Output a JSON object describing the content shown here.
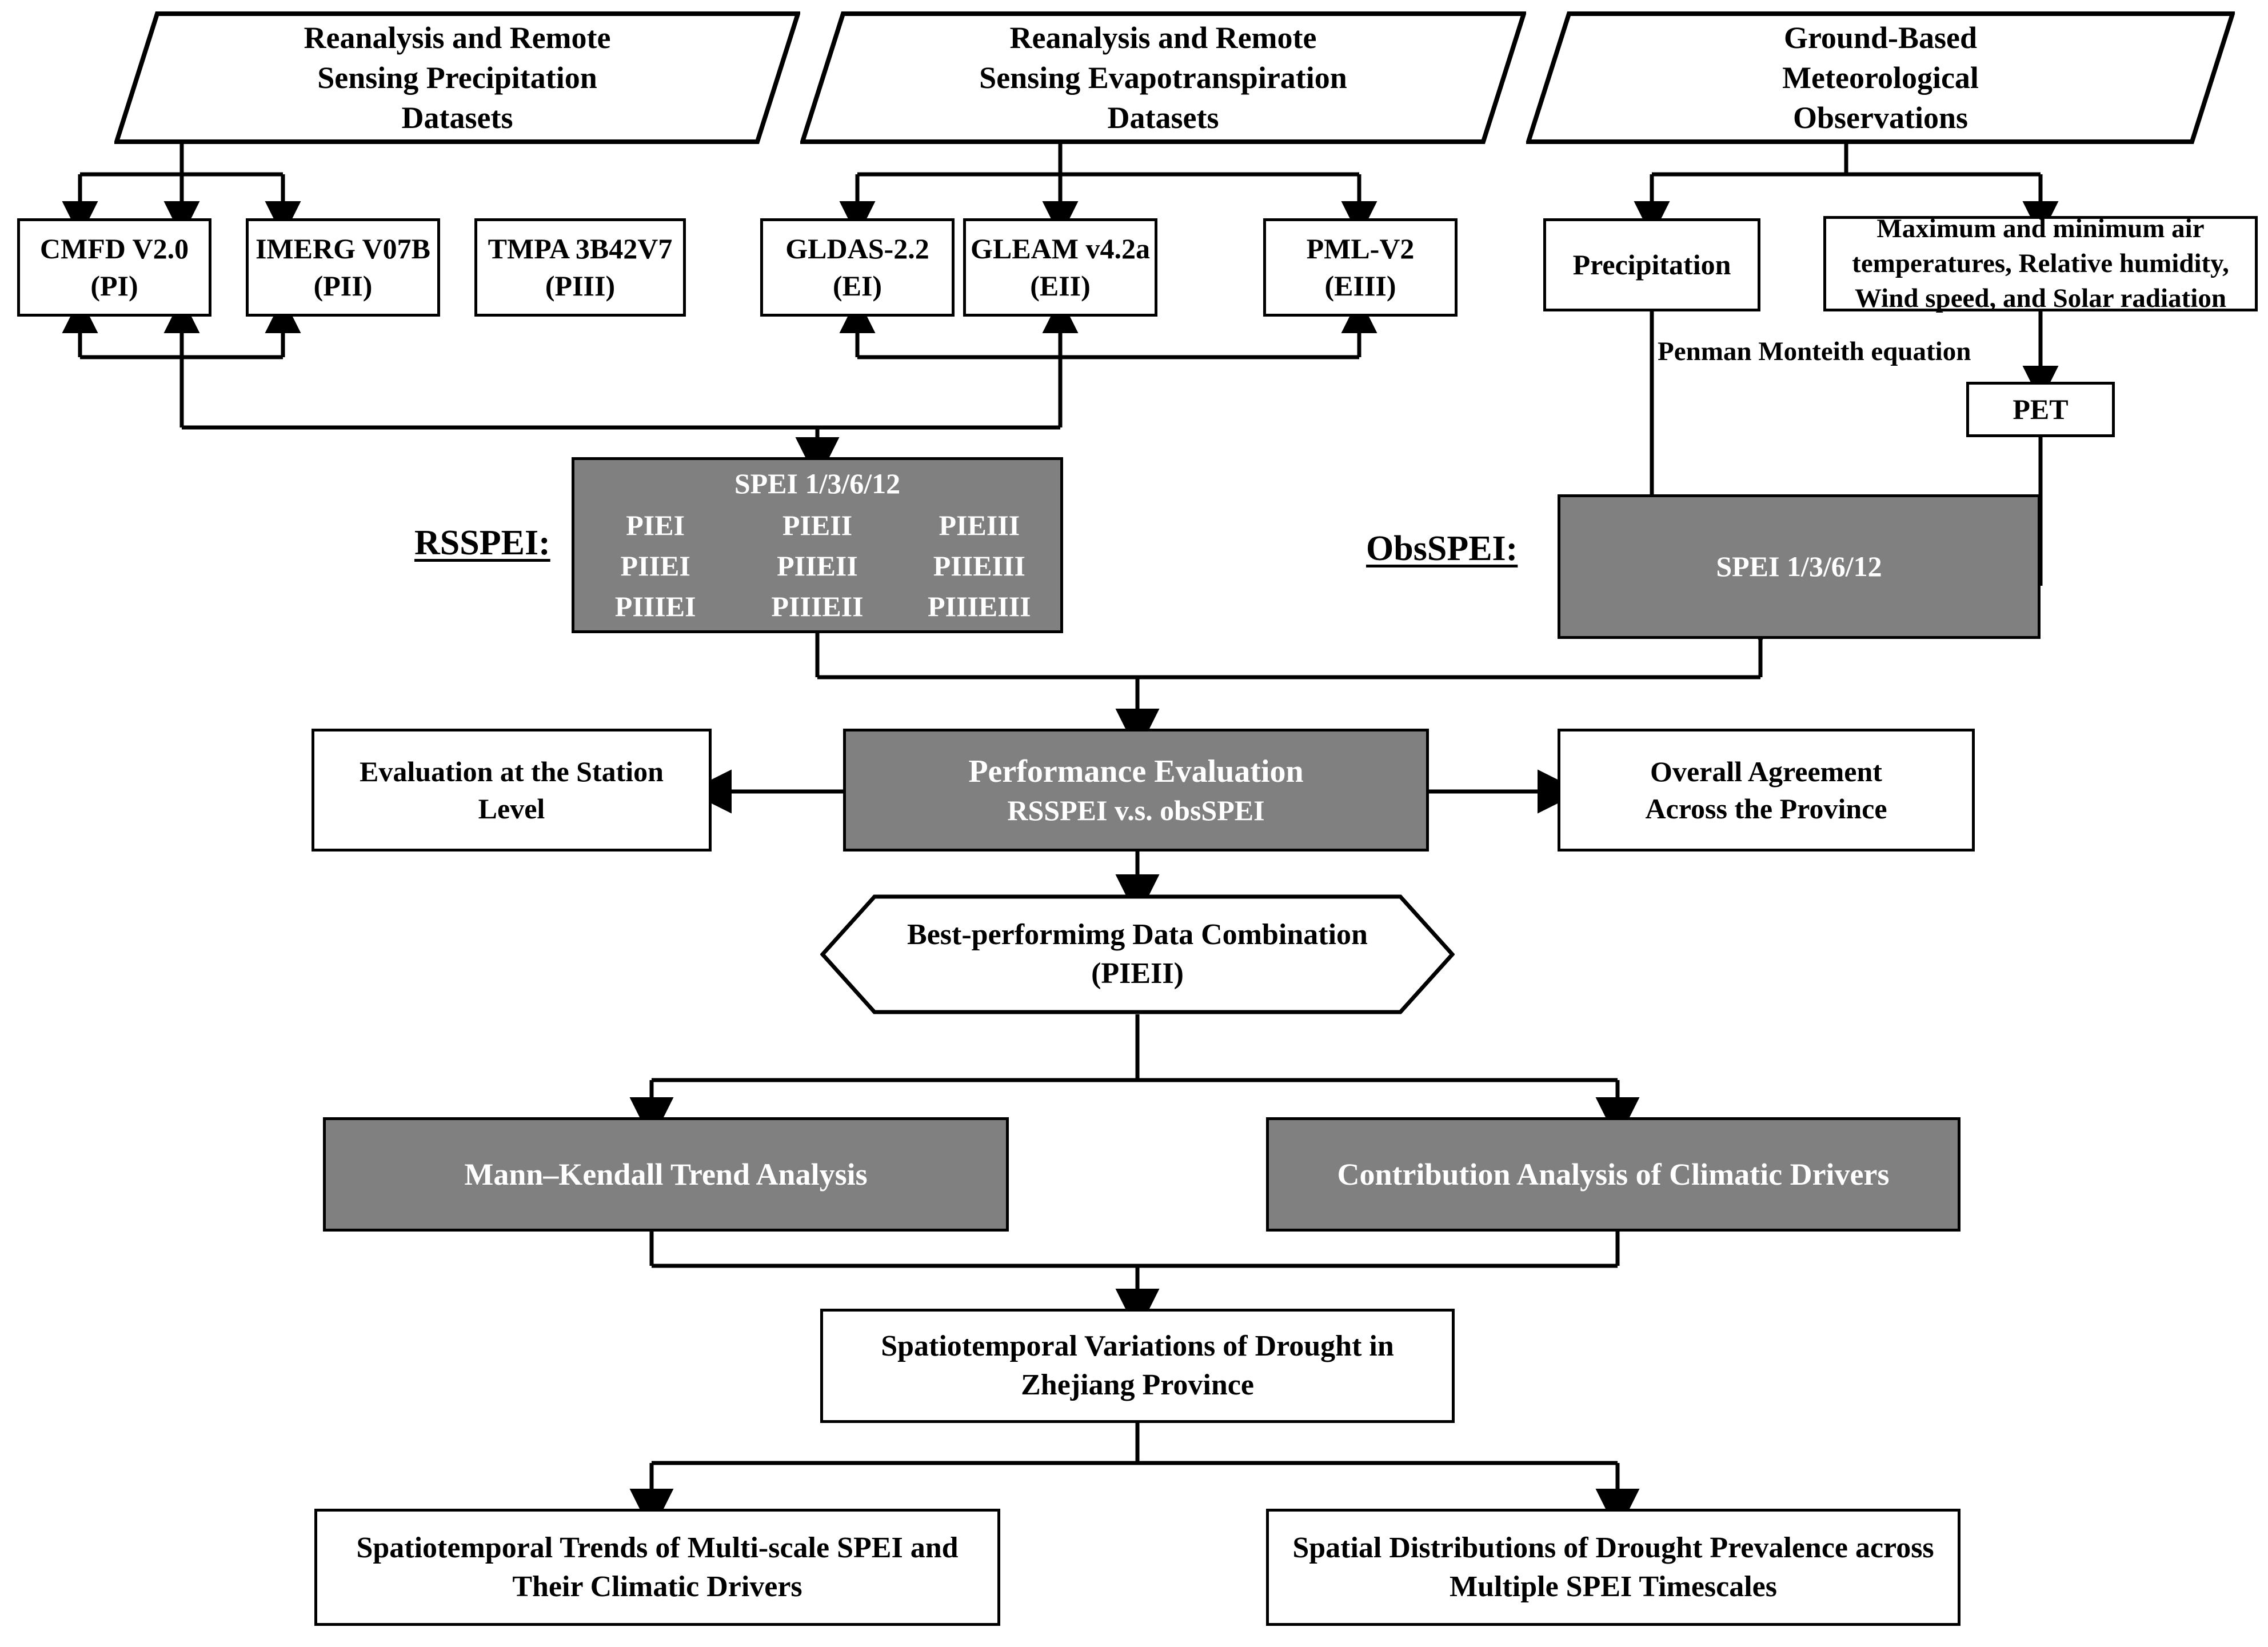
{
  "diagram": {
    "title": "SPEI drought analysis workflow for Zhejiang Province",
    "colors": {
      "gray_fill": "#808080",
      "white_fill": "#ffffff",
      "stroke": "#000000",
      "gray_text": "#ffffff"
    }
  },
  "sources": {
    "precip_datasets": "Reanalysis and Remote\nSensing Precipitation\nDatasets",
    "et_datasets": "Reanalysis and Remote\nSensing Evapotranspiration\nDatasets",
    "ground_obs": "Ground-Based\nMeteorological\nObservations"
  },
  "precip_products": [
    {
      "name": "CMFD V2.0",
      "code": "(PI)"
    },
    {
      "name": "IMERG V07B",
      "code": "(PII)"
    },
    {
      "name": "TMPA 3B42V7",
      "code": "(PIII)"
    }
  ],
  "et_products": [
    {
      "name": "GLDAS-2.2",
      "code": "(EI)"
    },
    {
      "name": "GLEAM v4.2a",
      "code": "(EII)"
    },
    {
      "name": "PML-V2",
      "code": "(EIII)"
    }
  ],
  "ground": {
    "precipitation": "Precipitation",
    "met_variables": "Maximum and minimum air\ntemperatures, Relative humidity,\nWind speed, and Solar radiation",
    "equation_label": "Penman Monteith equation",
    "pet": "PET"
  },
  "rsspei": {
    "side_label": "RSSPEI:",
    "header": "SPEI 1/3/6/12",
    "combinations": [
      "PIEI",
      "PIEII",
      "PIEIII",
      "PIIEI",
      "PIIEII",
      "PIIEIII",
      "PIIIEI",
      "PIIIEII",
      "PIIIEIII"
    ]
  },
  "obsspei": {
    "side_label": "ObsSPEI:",
    "header": "SPEI 1/3/6/12"
  },
  "evaluation": {
    "center_line1": "Performance Evaluation",
    "center_line2": "RSSPEI v.s. obsSPEI",
    "left_box": "Evaluation at the Station\nLevel",
    "right_box": "Overall Agreement\nAcross the Province"
  },
  "best": {
    "line1": "Best-performimg Data Combination",
    "line2": "(PIEII)"
  },
  "analyses": {
    "mann_kendall": "Mann–Kendall Trend Analysis",
    "contribution": "Contribution Analysis of Climatic Drivers"
  },
  "outcome": {
    "main": "Spatiotemporal Variations of Drought in\nZhejiang Province",
    "left": "Spatiotemporal Trends of Multi-scale SPEI and\nTheir Climatic Drivers",
    "right": "Spatial Distributions of Drought Prevalence across\nMultiple SPEI Timescales"
  }
}
